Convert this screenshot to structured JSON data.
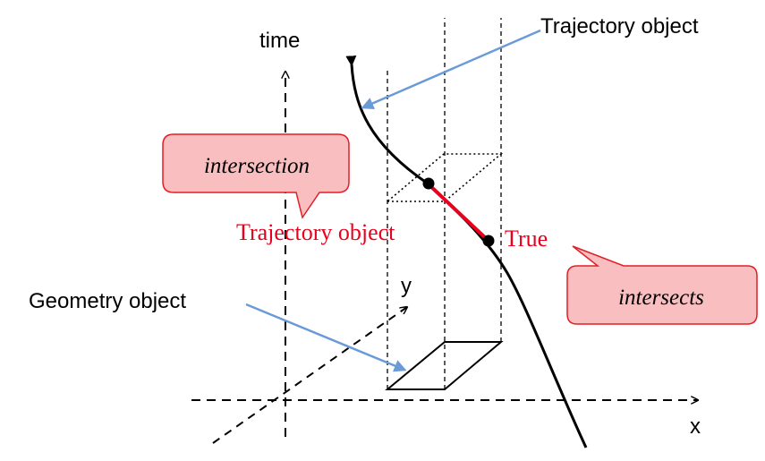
{
  "labels": {
    "time_axis": "time",
    "x_axis": "x",
    "y_axis": "y",
    "trajectory_top": "Trajectory object",
    "trajectory_result": "Trajectory object",
    "true_result": "True",
    "geometry": "Geometry object"
  },
  "callouts": {
    "intersection": "intersection",
    "intersects": "intersects"
  },
  "colors": {
    "ink": "#000000",
    "red": "#e8001c",
    "blue_arrow": "#6a9bd6",
    "callout_fill": "#f9bfc0",
    "callout_stroke": "#e01f26"
  }
}
